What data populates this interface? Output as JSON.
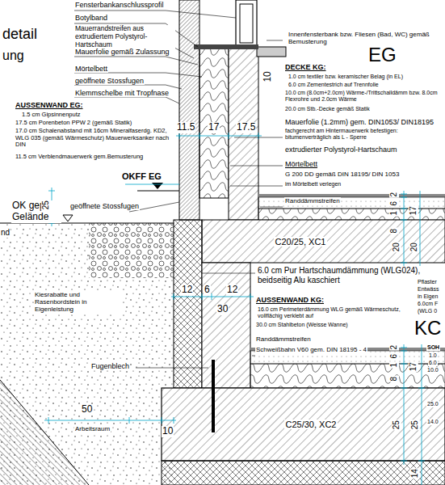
{
  "diagram": {
    "nodes": [
      {
        "text": [
          "C20/25, XC1"
        ]
      },
      {
        "text": [
          "C25/30, XC2"
        ]
      }
    ],
    "labels": [
      "detail",
      "ung",
      "Fensterbankanschlussprofil",
      "Botylband",
      "Mauerrandstreifen aus extrudiertem Polystyrol-Hartschaum",
      "Mauerfolie gemäß Zulassung",
      "Mörtelbett",
      "geöffnete Stossfugen",
      "Klemmschelbe mit Tropfnase",
      "AUSSENWAND EG:",
      "1.5 cm Gipsinnenputz",
      "17.5 cm Porenbeton PPW 2 (gemäß Statik)",
      "17.0 cm Schalenabstand mit 16cm Mineralfaserdg. KD2, WLG 035 (gemäß Wärmeschutz) Mauerwerksanker nach DIN",
      "11.5 cm Verblendmauerwerk gem.Bemusterung",
      "geöffnete Stossfugen",
      "OKFF EG",
      "OK gepl. Gelände",
      "nd",
      "Kiesrabatte und Rasenbordstein in Eigenleistung",
      "Fugenblech",
      "50",
      "Arbeitsraum",
      "10",
      "11.5",
      "17",
      "17.5",
      "10",
      "Innenfensterbank bzw. Fliesen (Bad, WC) gemäß Bemusterung",
      "EG",
      "DECKE KG:",
      "1.0 cm textiler bzw. keramischer Belag (in EL)",
      "6.0 cm Zementestrich auf Trennfolie",
      "10.0 cm (8.0cm+2.0cm) Wärme-/Trittschalldämm bzw. 8.0cm Flexrohre und 2.0cm Wärme",
      "20.0 cm Stb.-Decke gemäß Statik",
      "Mauerfolie (1.2mm) gem. DIN1053/ DIN18195",
      "fachgerecht am Hintermauerwerk befestigen: bitumenverträglich als L - Sperre",
      "extrudierter Polystyrol-Hartschaum",
      "Mörtelbett",
      "G 200 DD gemäß DIN 18195/ DIN 1053",
      "im Mörtelbett verlegen",
      "Randdämmstreifen",
      "2",
      "6",
      "1",
      "8",
      "17",
      "20",
      "20",
      "25",
      "6.0 cm Pur Hartschaumdämmung (WLG024), beidseitig Alu kaschiert",
      "12",
      "6",
      "12",
      "30",
      "AUSSENWAND KG:",
      "16.0 cm Perimeterdämmung WLG gemäß Wärmeschutz, vollflächig verklebt auf",
      "30.0 cm Stahlbeton (Weisse Wanne)",
      "Randdämmstreifen",
      "Schweißbahn V60 gem. DIN 18195 - 4",
      "2",
      "6",
      "1",
      "8",
      "17",
      "25",
      "25",
      "14",
      "Pflaster",
      "Entwäss",
      "in Eigen",
      "6.0cm F",
      "(WLG 0",
      "KC",
      "SOH",
      "1.0",
      "6.0",
      "10.0",
      "25.0",
      "14.0"
    ]
  }
}
